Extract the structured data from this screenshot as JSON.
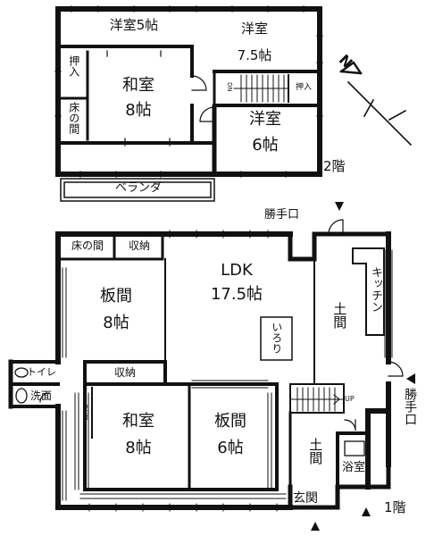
{
  "floor2": {
    "label": "2階",
    "rooms": {
      "western5": "洋室5帖",
      "western75_name": "洋室",
      "western75_size": "7.5帖",
      "oshiire_left": "押入",
      "tokonoma": "床の間",
      "washitsu_name": "和室",
      "washitsu_size": "8帖",
      "dn": "DN",
      "oshiire_right": "押入",
      "western6_name": "洋室",
      "western6_size": "6帖",
      "veranda": "ベランダ"
    }
  },
  "floor1": {
    "label": "1階",
    "rooms": {
      "tokonoma": "床の間",
      "storage_top": "収納",
      "ldk_name": "LDK",
      "ldk_size": "17.5帖",
      "irori": "いろり",
      "kitchen": "キッチン",
      "doma_top": "土間",
      "katteguchi_top": "勝手口",
      "katteguchi_right": "勝手口",
      "itama1_name": "板間",
      "itama1_size": "8帖",
      "toilet": "トイレ",
      "washroom": "洗面",
      "storage_mid": "収納",
      "tokonoma_small": "床の間",
      "washitsu_name": "和室",
      "washitsu_size": "8帖",
      "itama2_name": "板間",
      "itama2_size": "6帖",
      "up": "UP",
      "doma_bottom": "土間",
      "bath": "浴室",
      "genkan": "玄関"
    }
  },
  "compass": {
    "letter": "N"
  }
}
